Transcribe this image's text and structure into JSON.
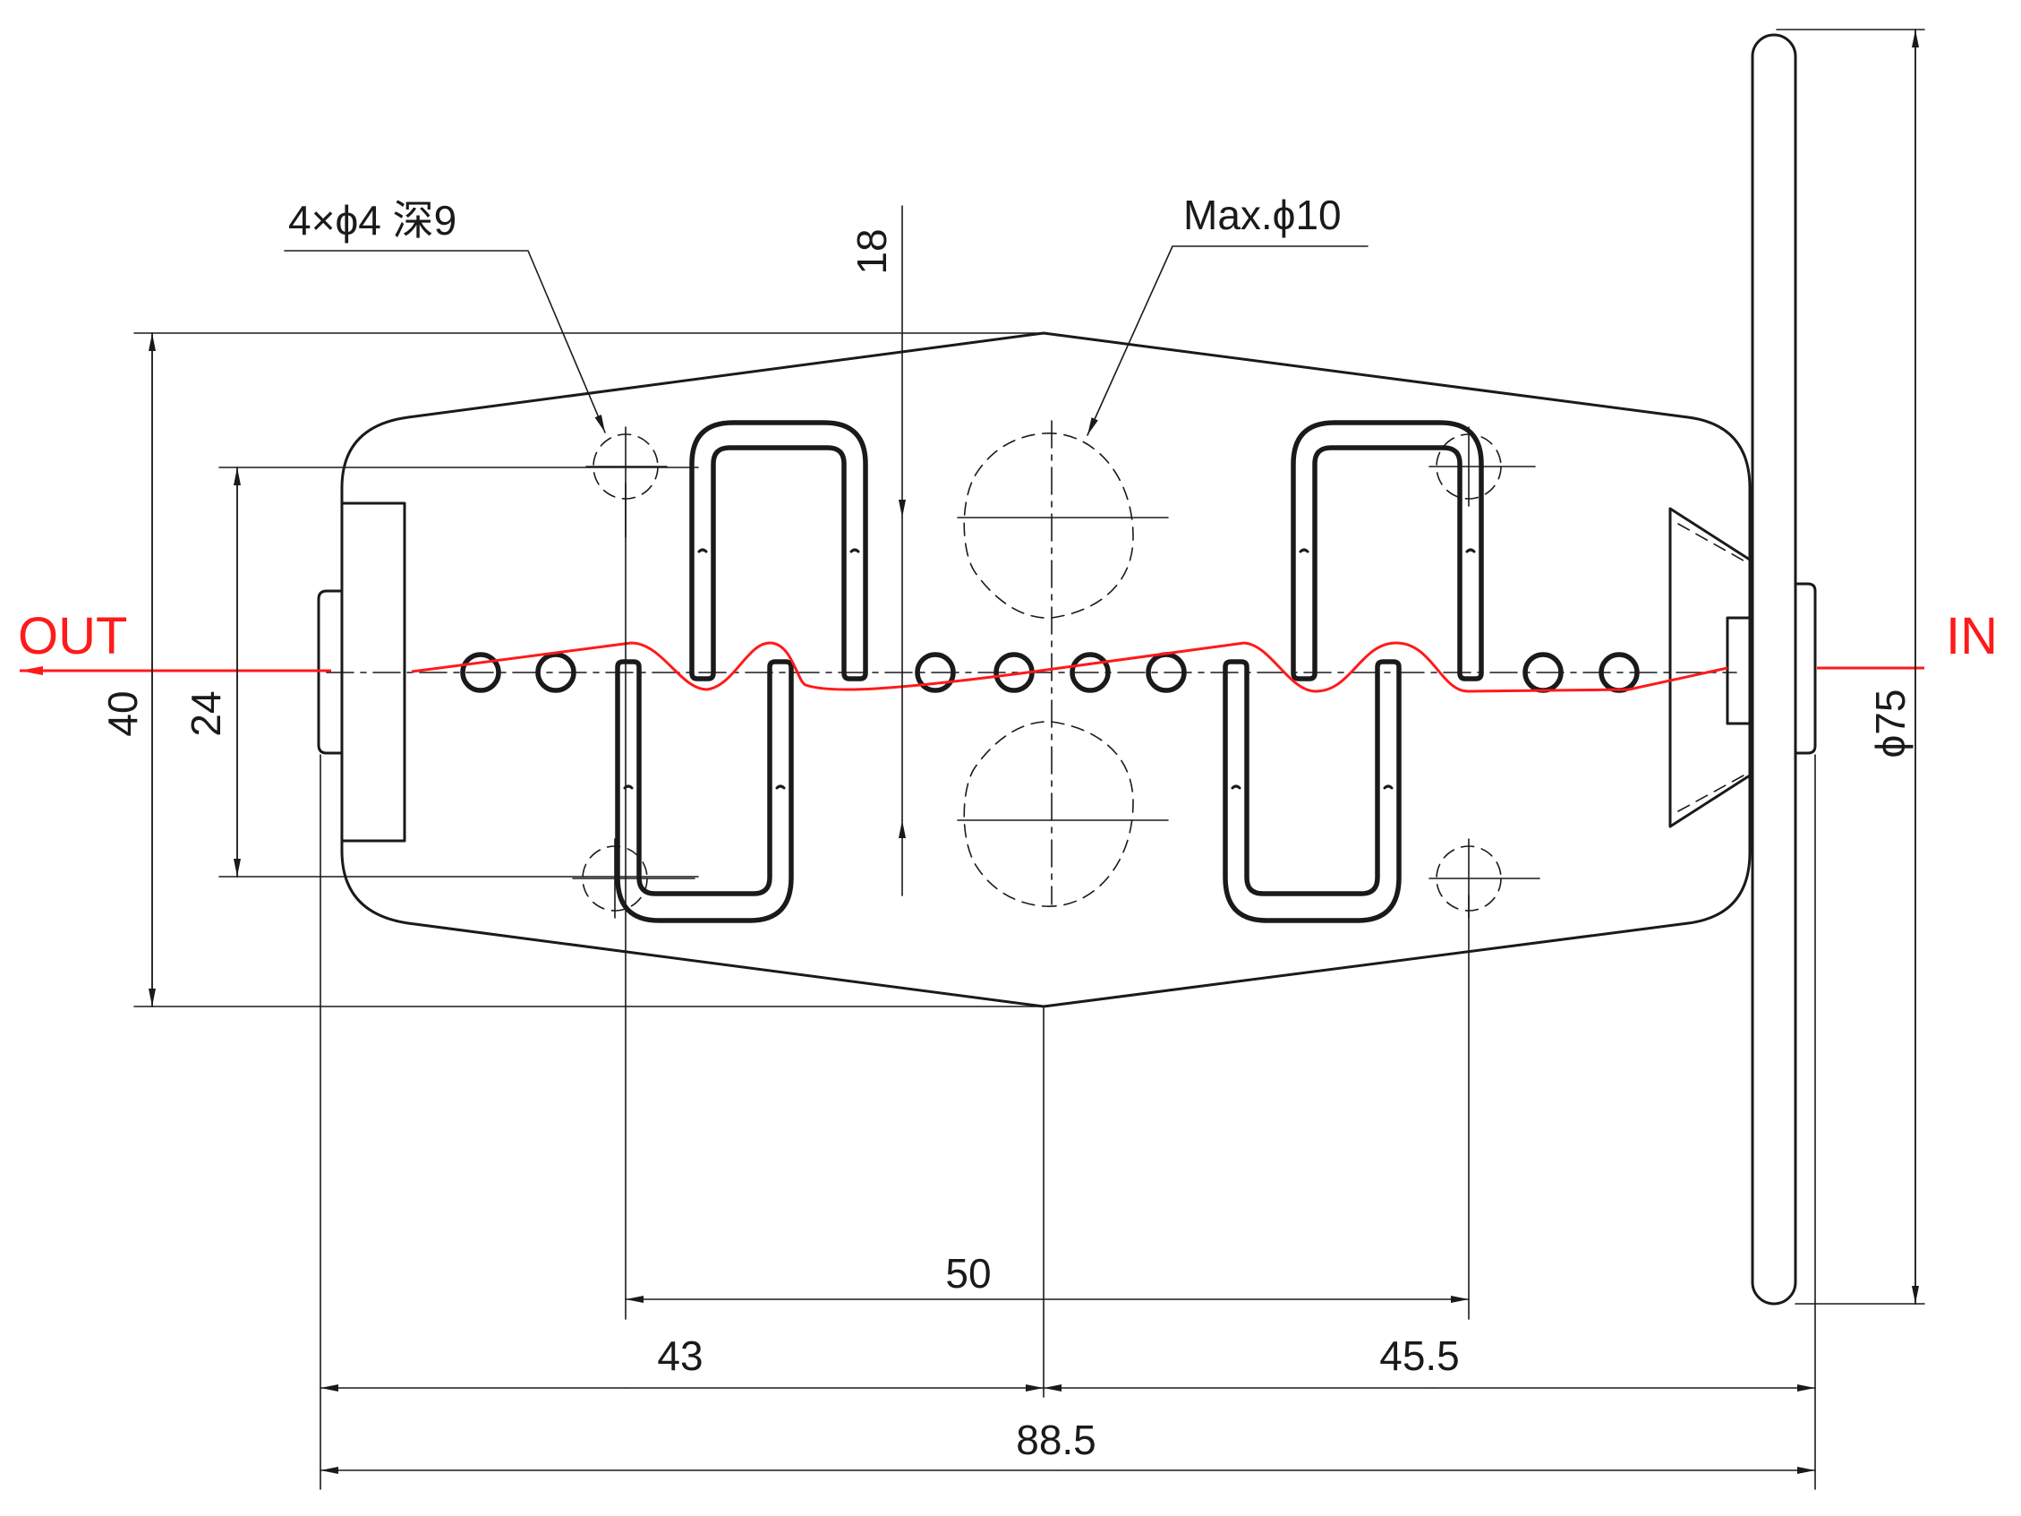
{
  "labels": {
    "out": "OUT",
    "in": "IN",
    "holes_callout": "4×ϕ4 深9",
    "max_diameter_callout": "Max.ϕ10"
  },
  "dimensions": {
    "overall_height": "40",
    "slot_span": "24",
    "vertical_gap": "18",
    "diameter": "ϕ75",
    "hole_pitch": "50",
    "left_length": "43",
    "right_length": "45.5",
    "overall_length": "88.5"
  },
  "colors": {
    "line": "#1a1a1a",
    "path": "#ff1a1a"
  }
}
